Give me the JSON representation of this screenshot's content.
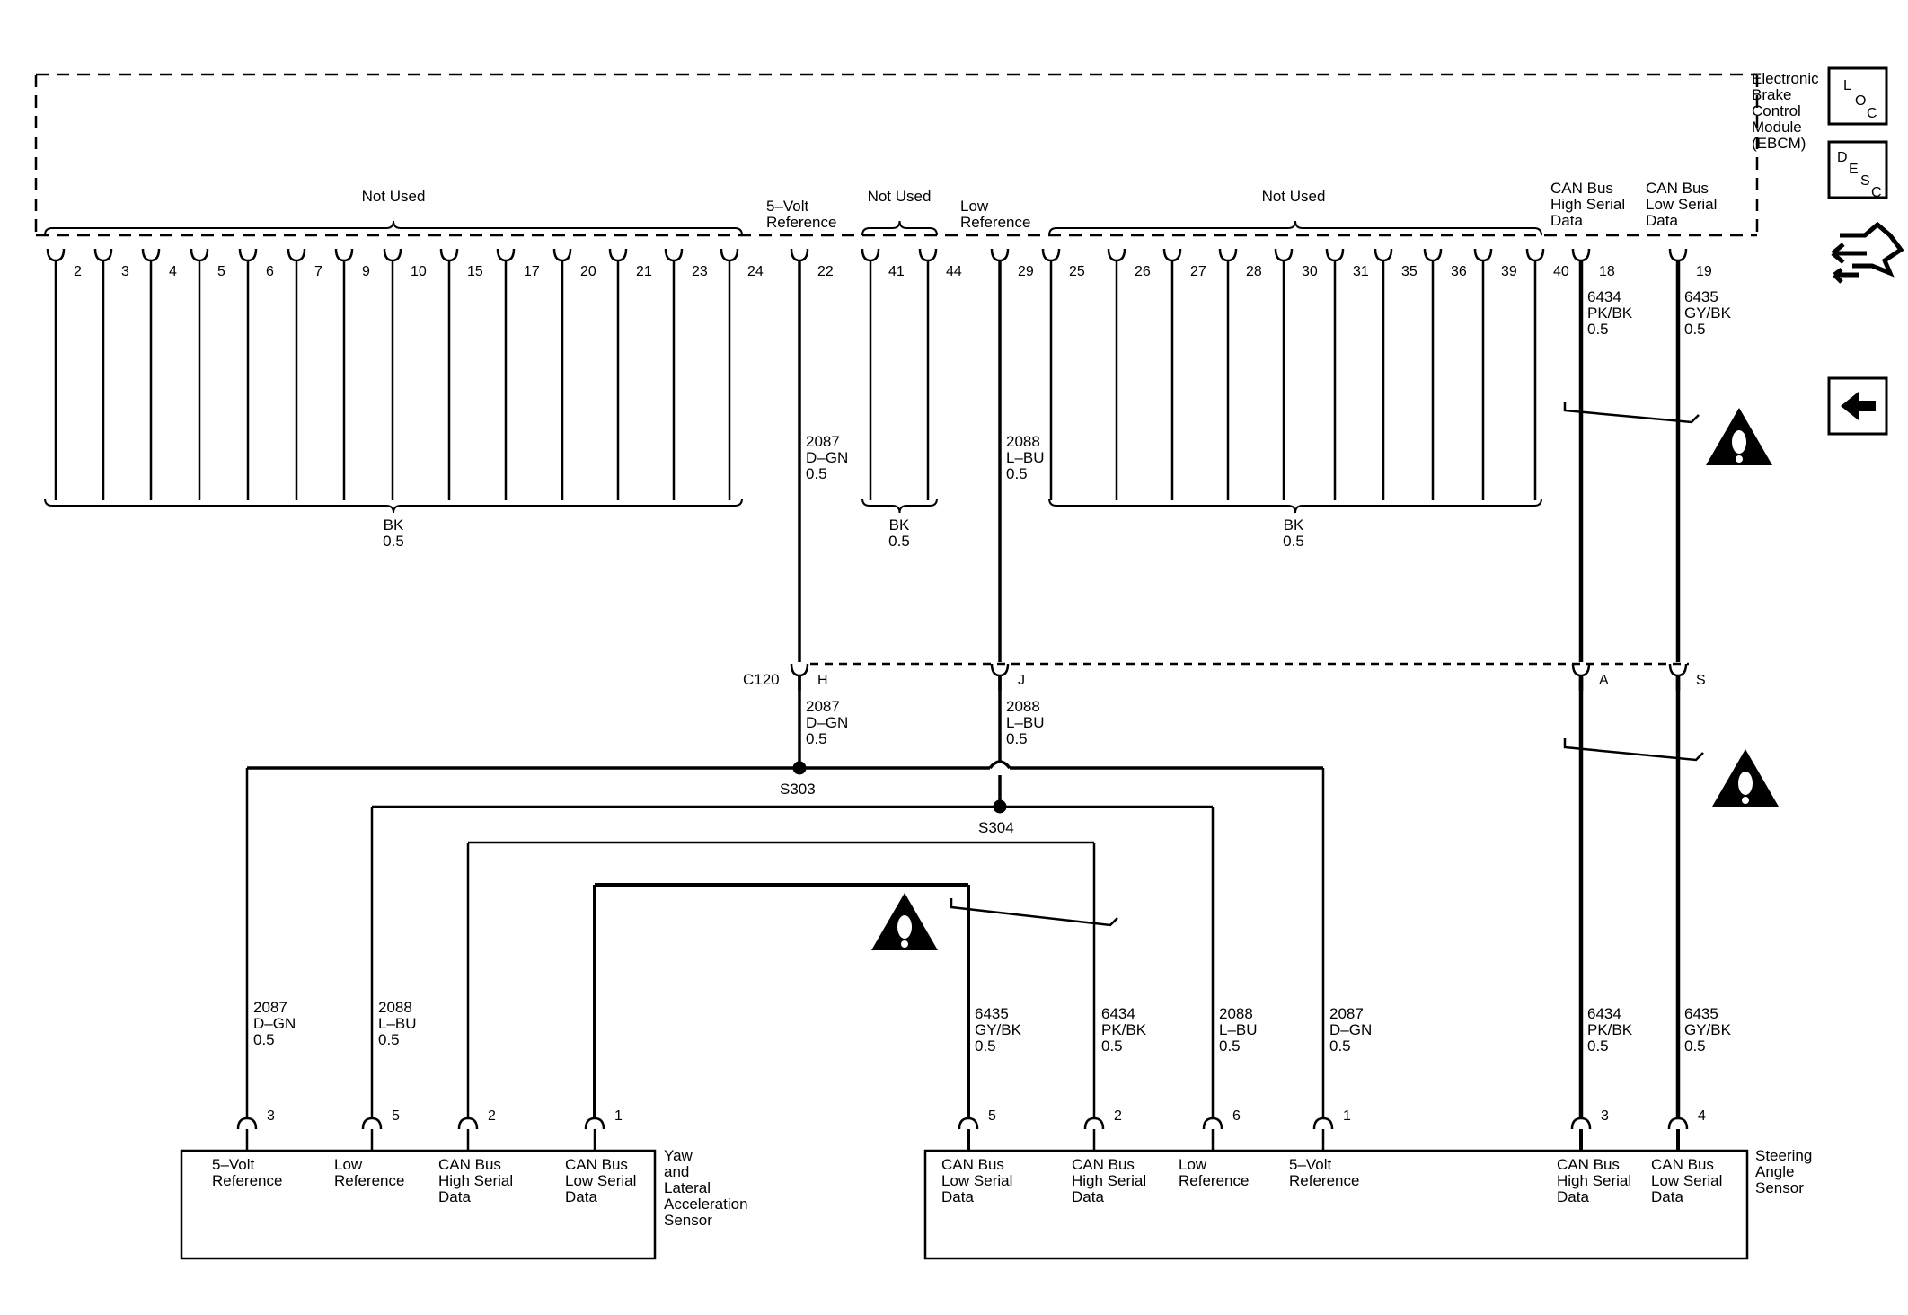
{
  "ebcm": {
    "title": [
      "Electronic",
      "Brake",
      "Control",
      "Module",
      "(EBCM)"
    ],
    "not_used_left": "Not Used",
    "not_used_mid": "Not Used",
    "not_used_right": "Not Used",
    "left_pins": [
      "2",
      "3",
      "4",
      "5",
      "6",
      "7",
      "9",
      "10",
      "15",
      "17",
      "20",
      "21",
      "23",
      "24"
    ],
    "mid_pins": [
      "41",
      "44"
    ],
    "right_pins": [
      "25",
      "26",
      "27",
      "28",
      "30",
      "31",
      "35",
      "36",
      "39",
      "40"
    ],
    "ref5v_pin": "22",
    "lowref_pin": "29",
    "canhi_pin": "18",
    "canlo_pin": "19",
    "ref5v_label": [
      "5–Volt",
      "Reference"
    ],
    "lowref_label": [
      "Low",
      "Reference"
    ],
    "canhi_label": [
      "CAN Bus",
      "High Serial",
      "Data"
    ],
    "canlo_label": [
      "CAN Bus",
      "Low Serial",
      "Data"
    ],
    "bk_left": [
      "BK",
      "0.5"
    ],
    "bk_mid": [
      "BK",
      "0.5"
    ],
    "bk_right": [
      "BK",
      "0.5"
    ]
  },
  "wires": {
    "w2087": [
      "2087",
      "D–GN",
      "0.5"
    ],
    "w2088": [
      "2088",
      "L–BU",
      "0.5"
    ],
    "w6434": [
      "6434",
      "PK/BK",
      "0.5"
    ],
    "w6435": [
      "6435",
      "GY/BK",
      "0.5"
    ]
  },
  "connector": {
    "name": "C120",
    "pin_h": "H",
    "pin_j": "J",
    "pin_a": "A",
    "pin_s": "S"
  },
  "splices": {
    "s303": "S303",
    "s304": "S304"
  },
  "yaw_sensor": {
    "title": [
      "Yaw",
      "and",
      "Lateral",
      "Acceleration",
      "Sensor"
    ],
    "pins": [
      "3",
      "5",
      "2",
      "1"
    ],
    "labels": [
      [
        "5–Volt",
        "Reference"
      ],
      [
        "Low",
        "Reference"
      ],
      [
        "CAN Bus",
        "High Serial",
        "Data"
      ],
      [
        "CAN Bus",
        "Low Serial",
        "Data"
      ]
    ]
  },
  "steering_sensor": {
    "title": [
      "Steering",
      "Angle",
      "Sensor"
    ],
    "pins": [
      "5",
      "2",
      "6",
      "1",
      "3",
      "4"
    ],
    "labels": [
      [
        "CAN Bus",
        "Low Serial",
        "Data"
      ],
      [
        "CAN Bus",
        "High Serial",
        "Data"
      ],
      [
        "Low",
        "Reference"
      ],
      [
        "5–Volt",
        "Reference"
      ],
      [
        "CAN Bus",
        "High Serial",
        "Data"
      ],
      [
        "CAN Bus",
        "Low Serial",
        "Data"
      ]
    ]
  },
  "nav": {
    "loc_letters": [
      "L",
      "O",
      "C"
    ],
    "desc_letters": [
      "D",
      "E",
      "S",
      "C"
    ]
  }
}
